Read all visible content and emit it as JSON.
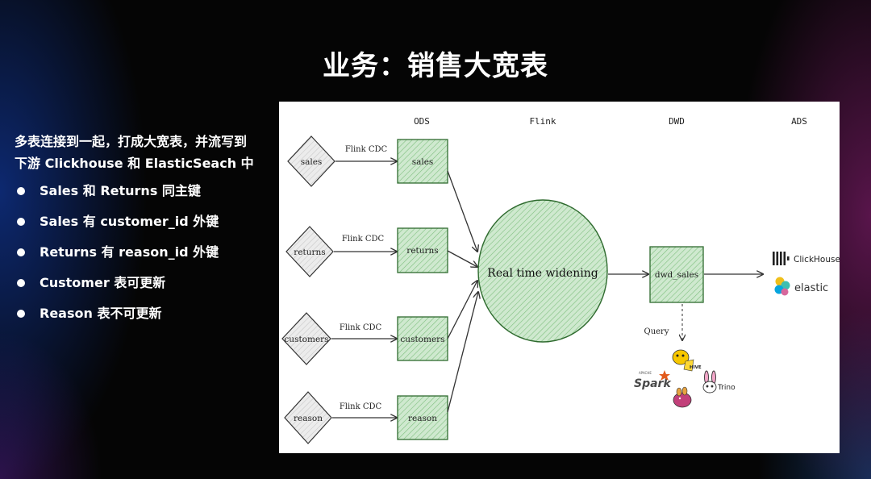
{
  "slide": {
    "title": "业务：销售大宽表",
    "intro_line1": "多表连接到一起，打成大宽表，并流写到",
    "intro_line2": "下游 Clickhouse 和 ElasticSeach 中",
    "bullets": [
      "Sales 和 Returns 同主键",
      "Sales 有 customer_id 外键",
      "Returns 有 reason_id 外键",
      "Customer 表可更新",
      "Reason 表不可更新"
    ]
  },
  "diagram": {
    "stage_labels": {
      "ods": "ODS",
      "flink": "Flink",
      "dwd": "DWD",
      "ads": "ADS"
    },
    "sources": [
      "sales",
      "returns",
      "customers",
      "reason"
    ],
    "cdc_label": "Flink CDC",
    "ods_tables": [
      "sales",
      "returns",
      "customers",
      "reason"
    ],
    "process_label": "Real time widening",
    "dwd_table": "dwd_sales",
    "query_label": "Query",
    "sinks": {
      "clickhouse": "ClickHouse",
      "elastic": "elastic"
    },
    "engines": {
      "hive": "HIVE",
      "spark_small": "APACHE",
      "spark": "Spark",
      "trino": "Trino"
    },
    "colors": {
      "box_fill": "#cfe9cf",
      "box_stroke": "#2f6b2f",
      "diamond_fill": "#e6e6e6",
      "ink": "#1e1e1e"
    }
  }
}
